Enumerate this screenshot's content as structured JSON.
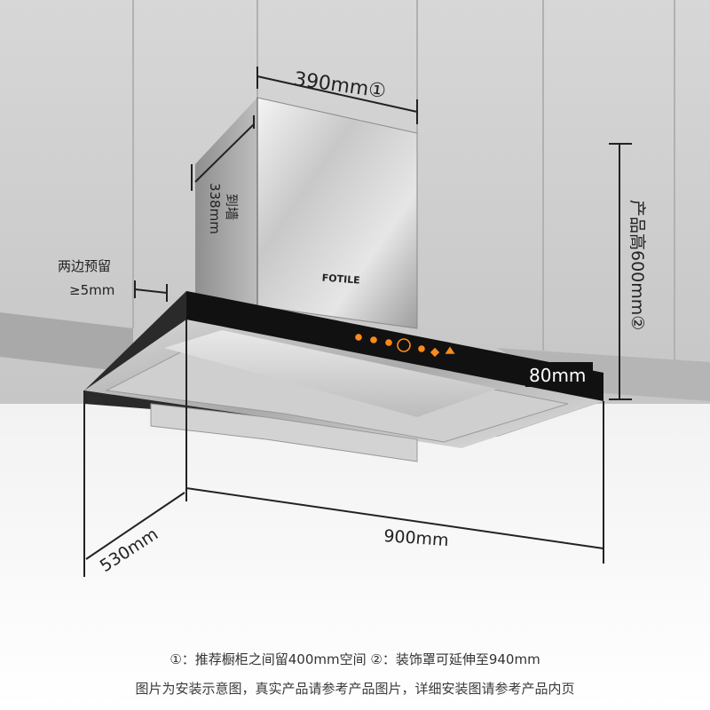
{
  "dimensions": {
    "chimney_width": "390mm①",
    "to_wall_line1": "到墙",
    "to_wall_line2": "338mm",
    "side_gap_line1": "两边预留",
    "side_gap_line2": "≥5mm",
    "product_height": "产品高600mm②",
    "panel_height": "80mm",
    "width": "900mm",
    "depth": "530mm"
  },
  "brand": {
    "logo_text": "FOTILE"
  },
  "panel_icons": [
    "power-icon",
    "light-icon",
    "speed-low-icon",
    "main-knob-icon",
    "timer-icon",
    "speed-high-icon",
    "boost-icon"
  ],
  "notes": {
    "line1": "①：推荐橱柜之间留400mm空间   ②：装饰罩可延伸至940mm",
    "line2": "图片为安装示意图，真实产品请参考产品图片，详细安装图请参考产品内页"
  },
  "colors": {
    "wall": "#c9c9c9",
    "cabinet_line": "#b3b3b3",
    "steel": "#bdbdbd",
    "glass_panel": "#111111",
    "touch_icon": "#ff8a1a"
  }
}
